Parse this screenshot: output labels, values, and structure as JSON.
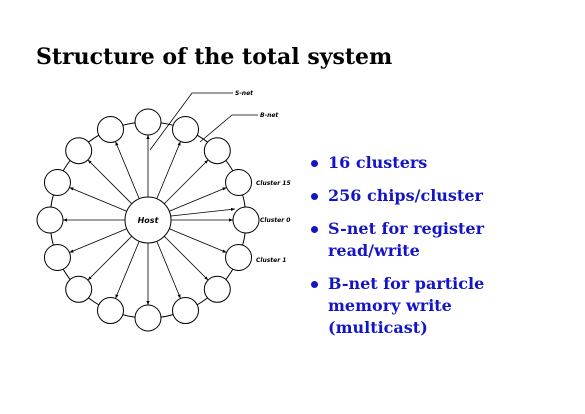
{
  "title": "Structure of the total system",
  "diagram": {
    "host_label": "Host",
    "snet_label": "S-net",
    "bnet_label": "B-net",
    "cluster_labels": [
      "Cluster 15",
      "Cluster 0",
      "Cluster 1"
    ]
  },
  "bullets": [
    {
      "lines": [
        "16 clusters"
      ]
    },
    {
      "lines": [
        "256 chips/cluster"
      ]
    },
    {
      "lines": [
        "S-net for register",
        "read/write"
      ]
    },
    {
      "lines": [
        "B-net for particle",
        "memory write",
        "(multicast)"
      ]
    }
  ],
  "colors": {
    "bullet_text": "#1414c8",
    "diagram": "#000000"
  }
}
